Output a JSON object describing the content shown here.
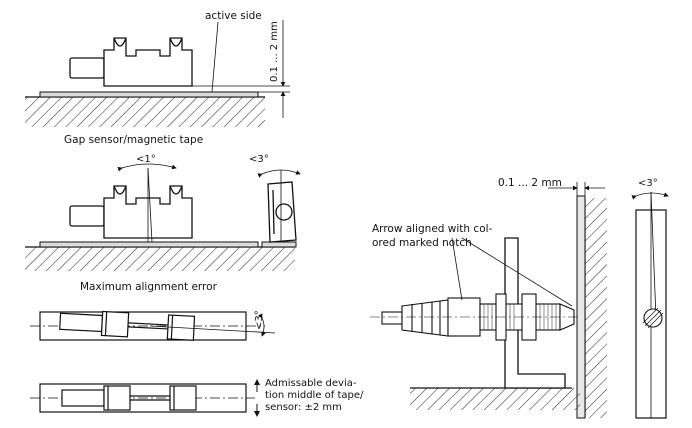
{
  "labels": {
    "active_side": "active side",
    "gap_range": "0.1 ... 2 mm",
    "gap_caption": "Gap sensor/magnetic tape",
    "angle_lt1": "<1°",
    "angle_lt3": "<3°",
    "max_align_caption": "Maximum alignment error",
    "top_view_angle": "<3°",
    "deviation_line1": "Admissable devia-",
    "deviation_line2": "tion middle of tape/",
    "deviation_line3": "sensor: ±2 mm",
    "right_gap": "0.1 ... 2 mm",
    "arrow_line1": "Arrow aligned with col-",
    "arrow_line2": "ored marked notch",
    "right_angle": "<3°"
  }
}
